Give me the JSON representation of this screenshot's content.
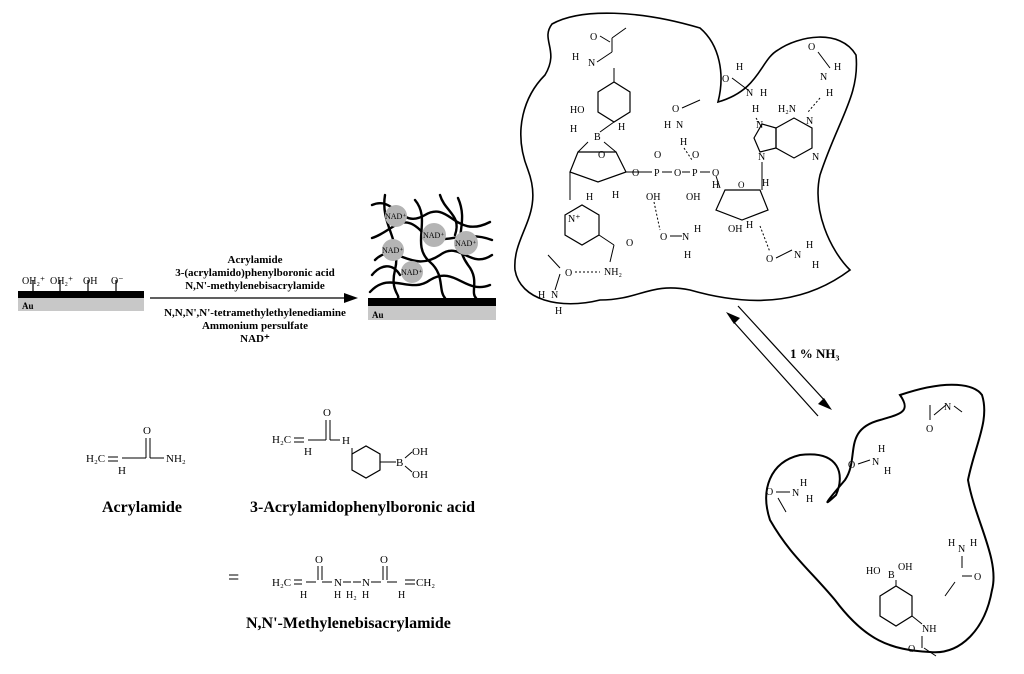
{
  "surface": {
    "metal_label": "Au",
    "groups": [
      "OH₂⁺",
      "OH₂⁺",
      "OH",
      "O⁻"
    ]
  },
  "reagents_above": [
    "Acrylamide",
    "3-(acrylamido)phenylboronic acid",
    "N,N'-methylenebisacrylamide"
  ],
  "reagents_below": [
    "N,N,N',N'-tetramethylethylenediamine",
    "Ammonium persulfate",
    "NAD⁺"
  ],
  "hydrogel": {
    "metal_label": "Au",
    "template_label": "NAD⁺"
  },
  "equilibrium_label": "1 % NH₃",
  "monomers": {
    "acrylamide_name": "Acrylamide",
    "boronic_name": "3-Acrylamidophenylboronic acid",
    "crosslinker_name": "N,N'-Methylenebisacrylamide",
    "equals": "="
  },
  "atoms": {
    "H": "H",
    "N": "N",
    "O": "O",
    "B": "B",
    "P": "P",
    "HO": "HO",
    "OH": "OH",
    "NH": "NH",
    "NH2": "NH₂",
    "H2": "H₂",
    "H2C": "H₂C",
    "CH2": "CH₂",
    "H2N": "H₂N",
    "N+": "N⁺",
    "O=": "O",
    "NH-": "NH"
  }
}
